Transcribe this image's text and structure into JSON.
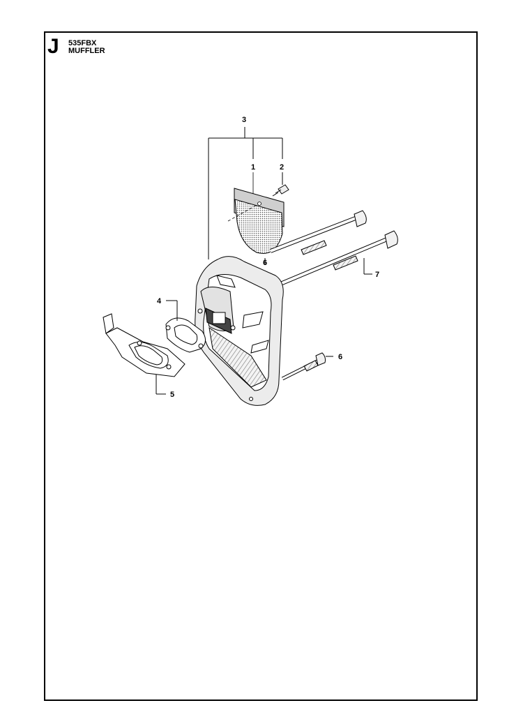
{
  "header": {
    "section_letter": "J",
    "model": "535FBX",
    "title": "MUFFLER"
  },
  "callouts": {
    "c1": "1",
    "c2": "2",
    "c3": "3",
    "c4": "4",
    "c5": "5",
    "c6a": "6",
    "c6b": "6",
    "c7": "7"
  }
}
